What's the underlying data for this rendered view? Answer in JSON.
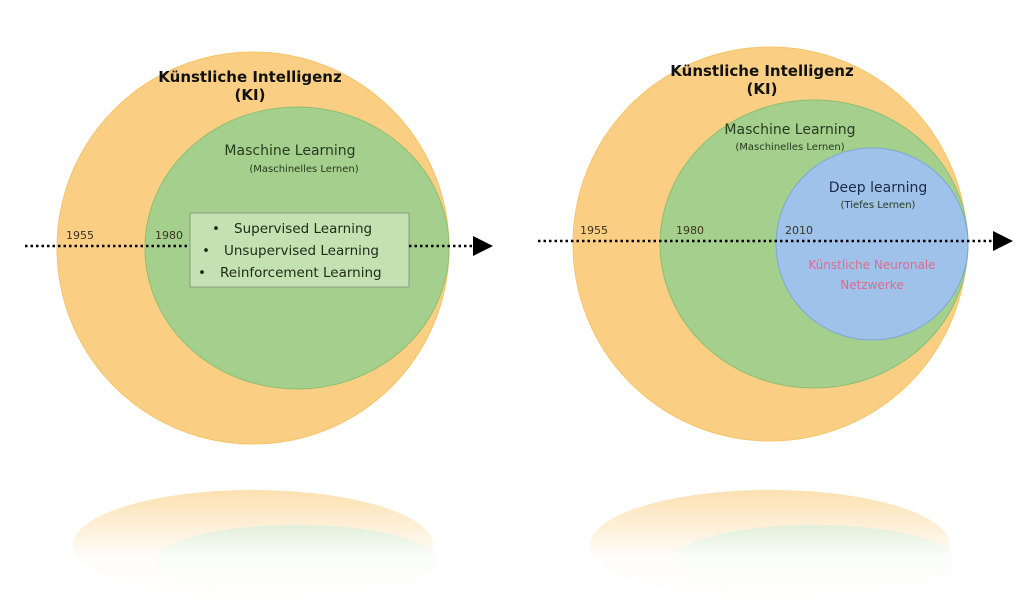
{
  "colors": {
    "ai": "#fbcf83",
    "ml": "#a4cf8d",
    "dl": "#9fc2ea",
    "arrow": "#000000",
    "ann": "#e06a8a"
  },
  "left": {
    "ai_title": "Künstliche Intelligenz",
    "ai_abbr": "(KI)",
    "ml_title": "Maschine Learning",
    "ml_sub": "(Maschinelles Lernen)",
    "year_ai": "1955",
    "year_ml": "1980",
    "ml_types": [
      "Supervised Learning",
      "Unsupervised Learning",
      "Reinforcement Learning"
    ],
    "bullet": "•"
  },
  "right": {
    "ai_title": "Künstliche Intelligenz",
    "ai_abbr": "(KI)",
    "ml_title": "Maschine Learning",
    "ml_sub": "(Maschinelles Lernen)",
    "dl_title": "Deep learning",
    "dl_sub": "(Tiefes Lernen)",
    "year_ai": "1955",
    "year_ml": "1980",
    "year_dl": "2010",
    "ann_line1": "Künstliche Neuronale",
    "ann_line2": "Netzwerke"
  }
}
